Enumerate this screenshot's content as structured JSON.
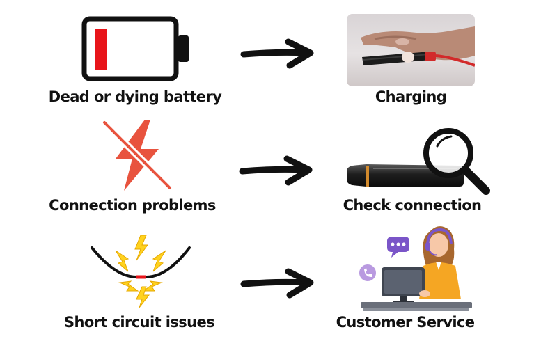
{
  "rows": [
    {
      "problem": "Dead or dying battery",
      "solution": "Charging"
    },
    {
      "problem": "Connection problems",
      "solution": "Check connection"
    },
    {
      "problem": "Short circuit issues",
      "solution": "Customer Service"
    }
  ],
  "colors": {
    "battery_level": "#e8141a",
    "bolt": "#e8533e",
    "spark": "#ffd21f",
    "headset": "#7a55c8",
    "agent_shirt": "#f5a623",
    "ink": "#111111"
  }
}
